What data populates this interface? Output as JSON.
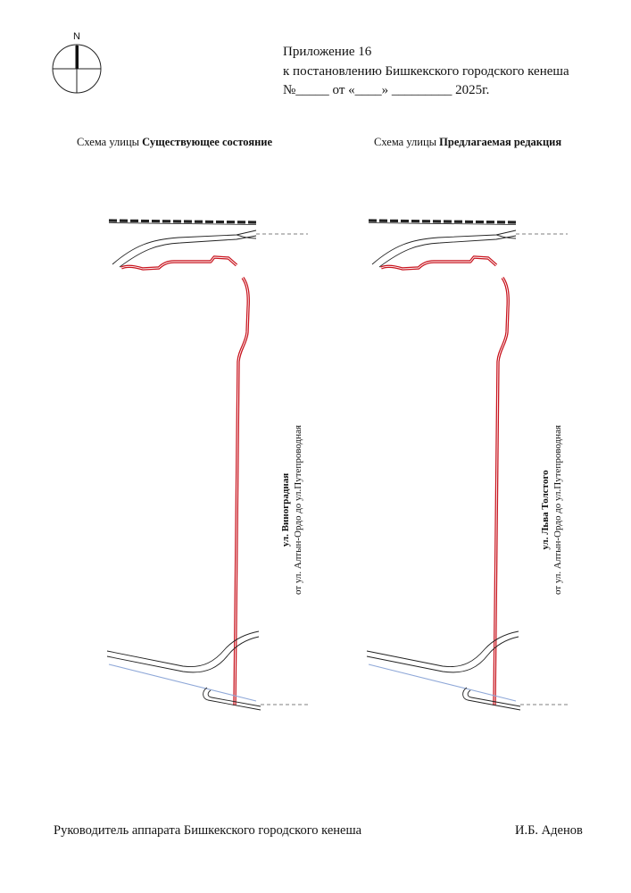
{
  "compass": {
    "north_label": "N",
    "icon": "north-arrow-compass-icon"
  },
  "header": {
    "appendix_line": "Приложение   16",
    "resolution_line": "к постановлению  Бишкекского городского кенеша",
    "number_line": "№_____ от «____» _________ 2025г."
  },
  "schemes": {
    "left": {
      "caption_prefix": "Схема улицы ",
      "caption_bold": "Существующее состояние",
      "street_name": "ул. Виноградная",
      "street_range": "от ул. Алтын-Ордо до ул.Путепроводная"
    },
    "right": {
      "caption_prefix": "Схема улицы ",
      "caption_bold": "Предлагаемая редакция",
      "street_name": "ул. Льва Толстого",
      "street_range": "от ул. Алтын-Ордо до ул.Путепроводная"
    }
  },
  "colors": {
    "street_highlight": "#c8141e",
    "road_outline": "#222222",
    "railway": "#222222",
    "canal": "#8fa8d8",
    "dashed_boundary": "#555555"
  },
  "footer": {
    "position": "Руководитель аппарата Бишкекского городского кенеша",
    "signatory": "И.Б. Аденов"
  }
}
